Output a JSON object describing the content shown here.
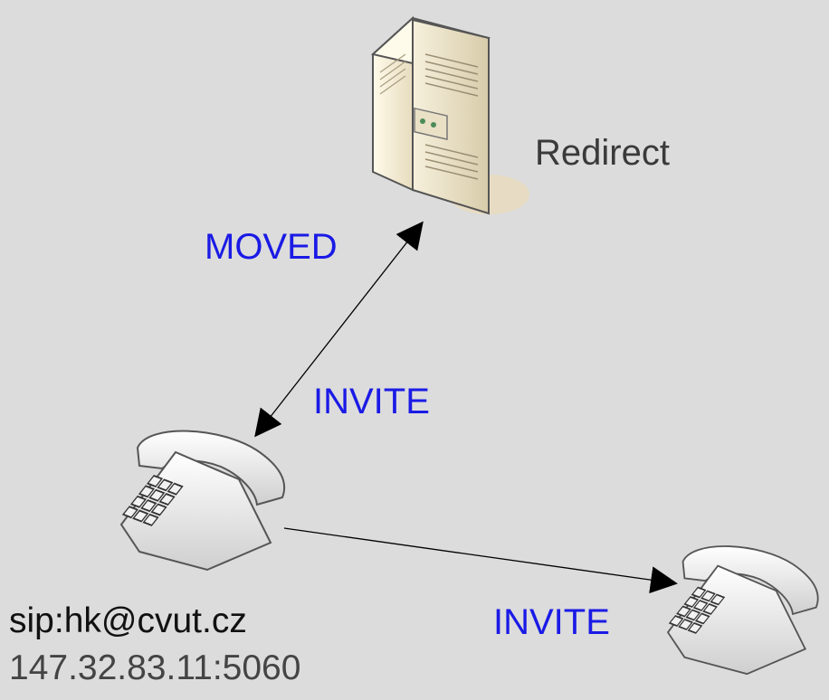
{
  "diagram": {
    "redirect_label": "Redirect",
    "moved_label": "MOVED",
    "invite_to_caller_label": "INVITE",
    "invite_to_callee_label": "INVITE",
    "caller_uri": "sip:hk@cvut.cz",
    "caller_address": "147.32.83.11:5060"
  },
  "colors": {
    "background": "#dcdcdc",
    "message_text": "#1a1ae6",
    "arrow": "#000000"
  },
  "icons": {
    "server": "server-tower-icon",
    "caller_phone": "desk-phone-icon",
    "callee_phone": "desk-phone-icon"
  }
}
